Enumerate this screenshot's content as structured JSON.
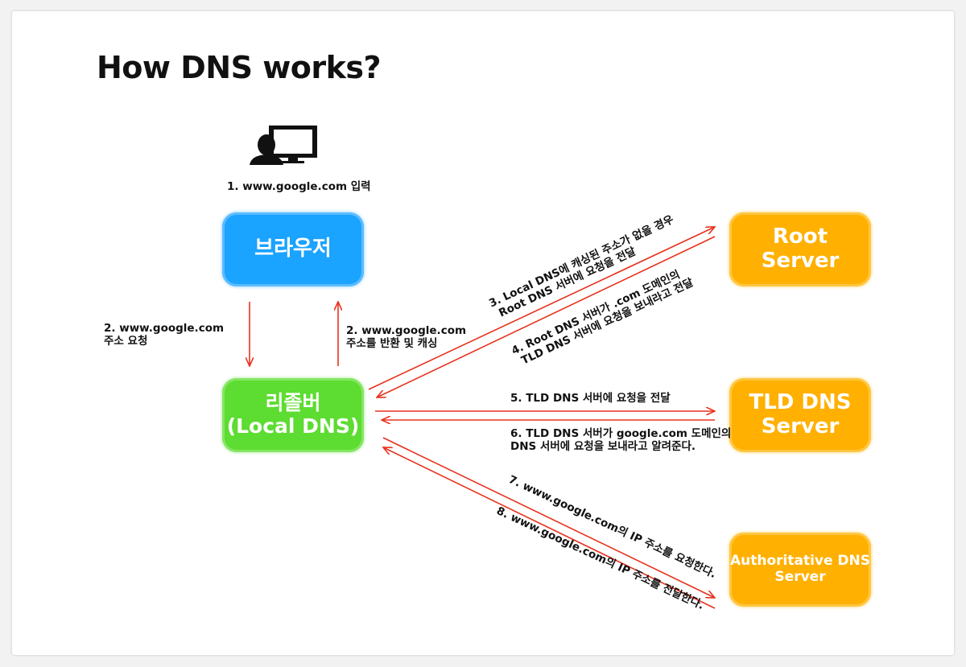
{
  "title": "How DNS works?",
  "nodes": {
    "browser": "브라우저",
    "resolver_line1": "리졸버",
    "resolver_line2": "(Local DNS)",
    "root_line1": "Root",
    "root_line2": "Server",
    "tld_line1": "TLD DNS",
    "tld_line2": "Server",
    "auth_line1": "Authoritative DNS",
    "auth_line2": "Server"
  },
  "steps": {
    "s1": "1. www.google.com 입력",
    "s2_req_line1": "2. www.google.com",
    "s2_req_line2": "주소 요청",
    "s2_res_line1": "2. www.google.com",
    "s2_res_line2": "주소를 반환 및 캐싱",
    "s3_line1": "3. Local DNS에 캐싱된 주소가 없을 경우",
    "s3_line2": "Root DNS 서버에 요청을 전달",
    "s4_line1": "4. Root DNS 서버가 .com 도메인의",
    "s4_line2": "TLD DNS 서버에 요청을 보내라고 전달",
    "s5": "5. TLD DNS 서버에 요청을 전달",
    "s6_line1": "6. TLD DNS 서버가 google.com 도메인의",
    "s6_line2": "DNS 서버에 요청을 보내라고 알려준다.",
    "s7": "7. www.google.com의 IP 주소를 요청한다.",
    "s8": "8. www.google.com의 IP 주소를 전달한다."
  },
  "icons": {
    "user": "user-computer-icon"
  },
  "colors": {
    "browser": "#1aa3ff",
    "resolver": "#5ddc32",
    "server": "#ffb000",
    "arrow": "#e8321e"
  }
}
